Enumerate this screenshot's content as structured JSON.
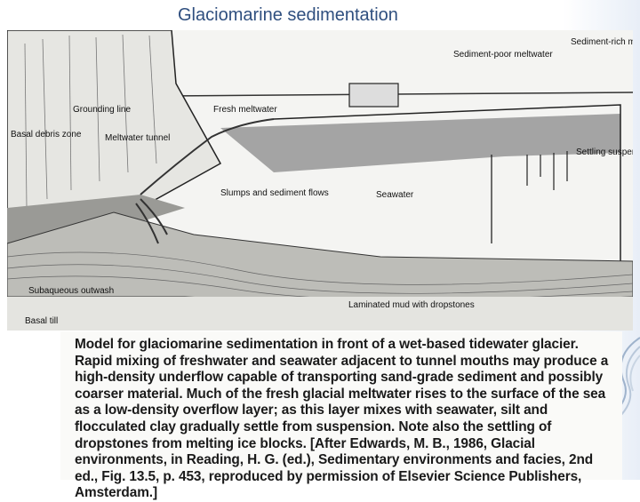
{
  "slide": {
    "title": "Glaciomarine sedimentation"
  },
  "figure": {
    "labels": {
      "grounding_line": "Grounding line",
      "basal_debris_zone": "Basal debris zone",
      "meltwater_tunnel": "Meltwater tunnel",
      "fresh_meltwater": "Fresh meltwater",
      "sediment_poor_meltwater": "Sediment-poor meltwater",
      "sediment_rich_meltwater": "Sediment-rich meltwater",
      "settling_suspended_sediment": "Settling suspended sediment",
      "slumps_and_sediment_flows": "Slumps and sediment flows",
      "seawater": "Seawater",
      "subaqueous_outwash": "Subaqueous outwash",
      "basal_till": "Basal till",
      "laminated_mud_with_dropstones": "Laminated mud with dropstones"
    }
  },
  "caption": {
    "text": "Model for glaciomarine sedimentation in front of a wet-based tidewater glacier. Rapid mixing of freshwater and seawater adjacent to tunnel mouths may produce a high-density underflow capable of transporting sand-grade sediment and possibly coarser material. Much of the fresh glacial meltwater rises to the surface of the sea as a low-density overflow layer; as this layer mixes with seawater, silt and flocculated clay gradually settle from suspension. Note also the settling of dropstones from melting ice blocks. [After Edwards, M. B., 1986, Glacial environments, in Reading, H. G. (ed.), Sedimentary environments and facies, 2nd ed., Fig. 13.5, p. 453, reproduced by permission of Elsevier Science Publishers, Amsterdam.]"
  }
}
